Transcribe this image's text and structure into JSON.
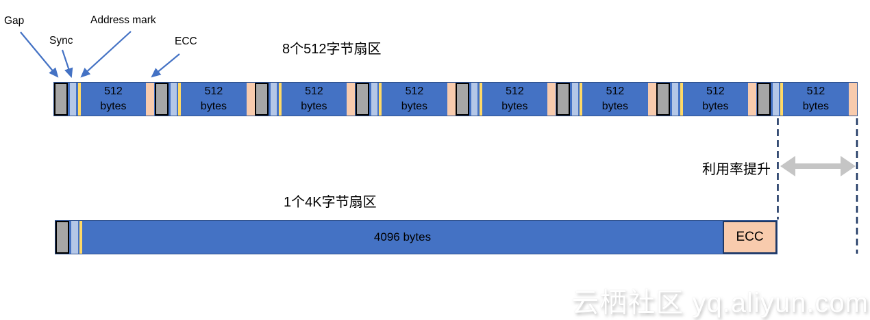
{
  "callouts": {
    "gap": "Gap",
    "sync": "Sync",
    "address_mark": "Address mark",
    "ecc": "ECC"
  },
  "top_section": {
    "title": "8个512字节扇区",
    "sectors": [
      {
        "size_line1": "512",
        "size_line2": "bytes"
      },
      {
        "size_line1": "512",
        "size_line2": "bytes"
      },
      {
        "size_line1": "512",
        "size_line2": "bytes"
      },
      {
        "size_line1": "512",
        "size_line2": "bytes"
      },
      {
        "size_line1": "512",
        "size_line2": "bytes"
      },
      {
        "size_line1": "512",
        "size_line2": "bytes"
      },
      {
        "size_line1": "512",
        "size_line2": "bytes"
      },
      {
        "size_line1": "512",
        "size_line2": "bytes"
      }
    ]
  },
  "bottom_section": {
    "title": "1个4K字节扇区",
    "data_label": "4096 bytes",
    "ecc_label": "ECC"
  },
  "annotations": {
    "utilization_label": "利用率提升"
  },
  "watermark": "云栖社区 yq.aliyun.com",
  "colors": {
    "data_blue": "#4472C4",
    "bar_border_blue": "#2F528F",
    "gap_gray": "#A6A6A6",
    "sync_light_blue": "#B4C7E7",
    "address_mark_yellow": "#FFD966",
    "ecc_salmon": "#F8CBAD",
    "dashed_line_navy": "#1F3864",
    "callout_arrow_blue": "#4472C4",
    "double_arrow_gray": "#C5C5C5"
  }
}
